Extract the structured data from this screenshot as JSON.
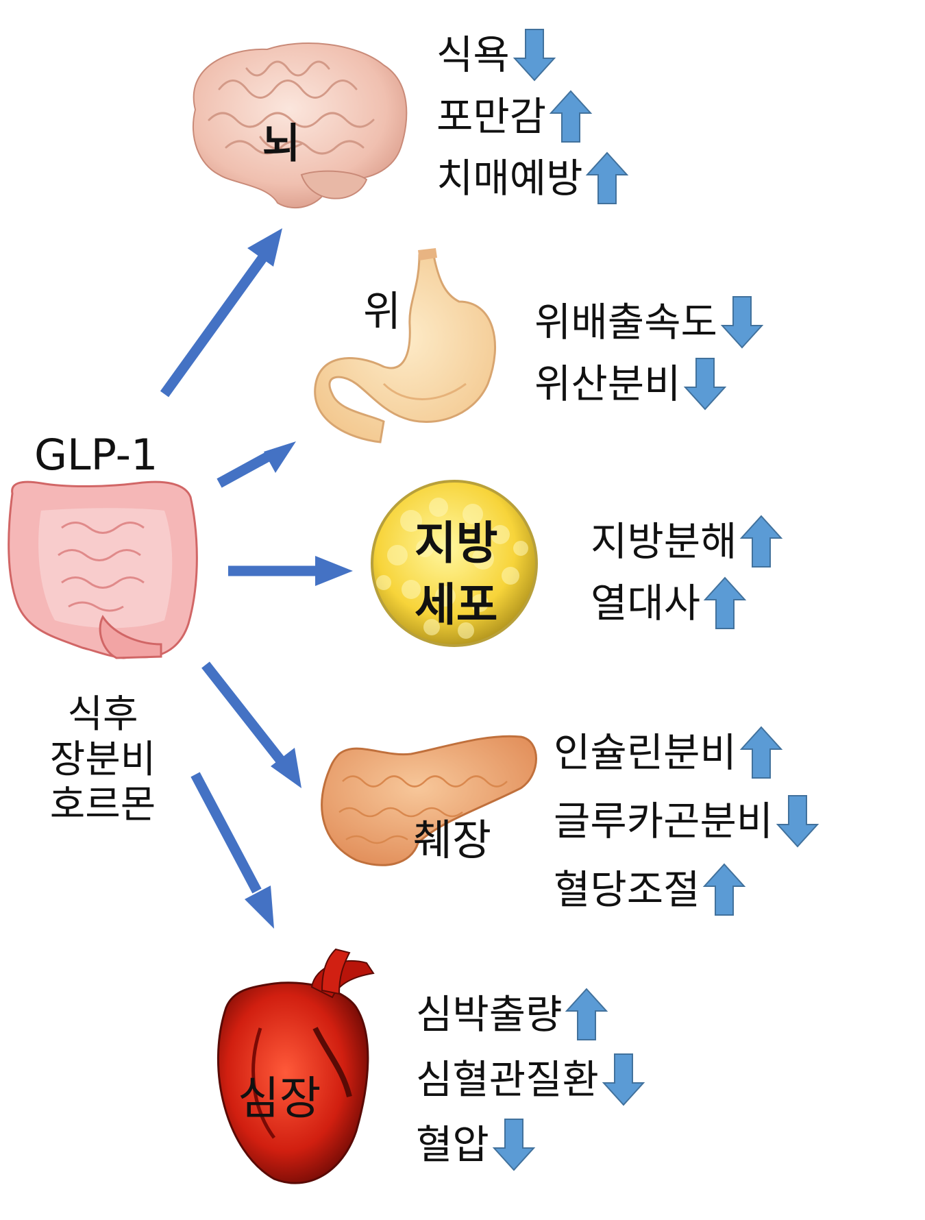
{
  "source": {
    "hormone": "GLP-1",
    "desc_lines": [
      "식후",
      "장분비",
      "호르몬"
    ]
  },
  "organs": [
    {
      "id": "brain",
      "label": "뇌",
      "effects": [
        {
          "text": "식욕",
          "dir": "down"
        },
        {
          "text": "포만감",
          "dir": "up"
        },
        {
          "text": "치매예방",
          "dir": "up"
        }
      ]
    },
    {
      "id": "stomach",
      "label": "위",
      "effects": [
        {
          "text": "위배출속도",
          "dir": "down"
        },
        {
          "text": "위산분비",
          "dir": "down"
        }
      ]
    },
    {
      "id": "fat",
      "label_lines": [
        "지방",
        "세포"
      ],
      "effects": [
        {
          "text": "지방분해",
          "dir": "up"
        },
        {
          "text": "열대사",
          "dir": "up"
        }
      ]
    },
    {
      "id": "pancreas",
      "label": "췌장",
      "effects": [
        {
          "text": "인슐린분비",
          "dir": "up"
        },
        {
          "text": "글루카곤분비",
          "dir": "down"
        },
        {
          "text": "혈당조절",
          "dir": "up"
        }
      ]
    },
    {
      "id": "heart",
      "label": "심장",
      "effects": [
        {
          "text": "심박출량",
          "dir": "up"
        },
        {
          "text": "심혈관질환",
          "dir": "down"
        },
        {
          "text": "혈압",
          "dir": "down"
        }
      ]
    }
  ],
  "colors": {
    "flow_arrow": "#4472C4",
    "effect_arrow": "#5B9BD5",
    "effect_arrow_stroke": "#41719C"
  },
  "icons": {
    "up": "arrow-up-icon",
    "down": "arrow-down-icon"
  }
}
